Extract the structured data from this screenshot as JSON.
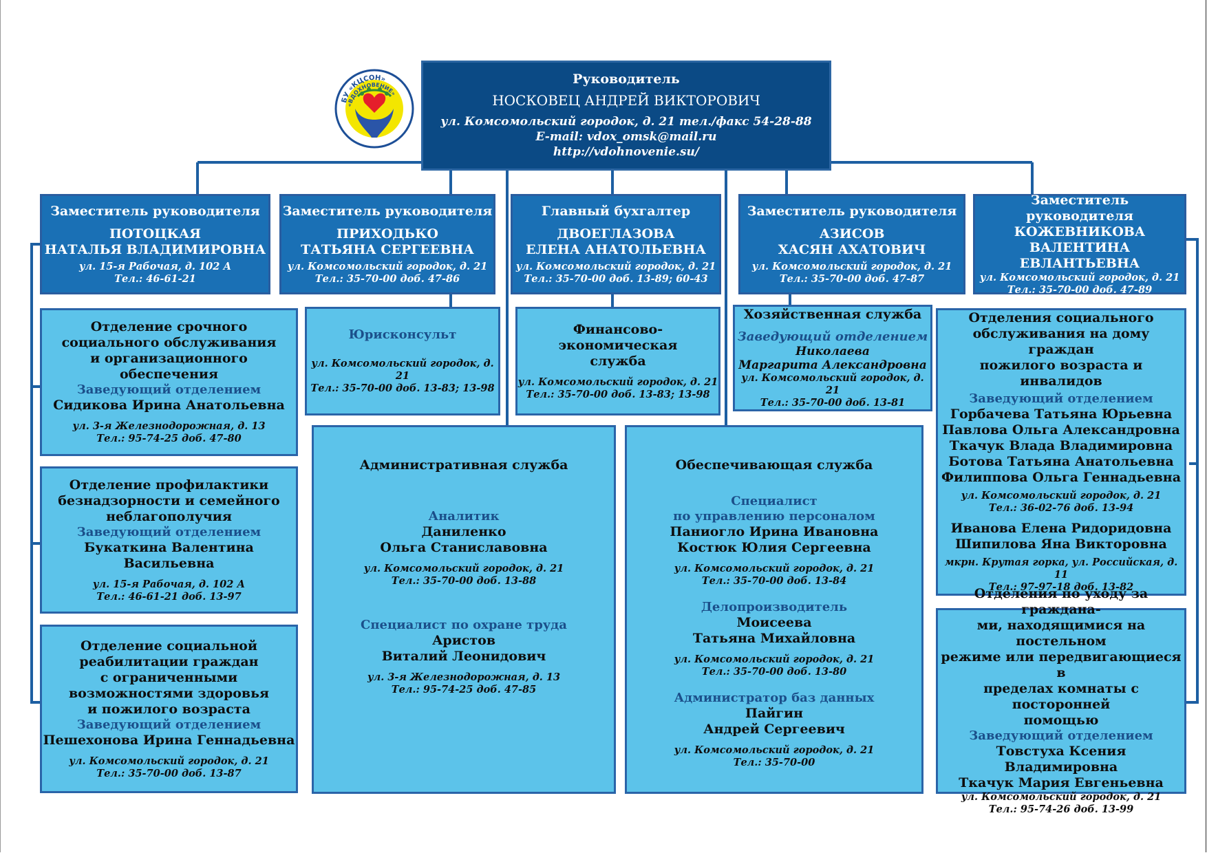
{
  "head": {
    "title": "Руководитель",
    "name": "НОСКОВЕЦ АНДРЕЙ ВИКТОРОВИЧ",
    "address": "ул. Комсомольский городок, д. 21 тел./факс 54-28-88",
    "email": "E-mail: vdox_omsk@mail.ru",
    "url": "http://vdohnovenie.su/"
  },
  "logo": {
    "top_text": "БУ «КЦСОН»",
    "bottom_text": "«ВДОХНОВЕНИЕ»"
  },
  "deputies": [
    {
      "title": "Заместитель руководителя",
      "name1": "ПОТОЦКАЯ",
      "name2": "НАТАЛЬЯ ВЛАДИМИРОВНА",
      "addr": "ул. 15-я Рабочая, д. 102 А",
      "tel": "Тел.: 46-61-21"
    },
    {
      "title": "Заместитель руководителя",
      "name1": "ПРИХОДЬКО",
      "name2": "ТАТЬЯНА СЕРГЕЕВНА",
      "addr": "ул. Комсомольский городок, д. 21",
      "tel": "Тел.: 35-70-00 доб. 47-86"
    },
    {
      "title": "Главный бухгалтер",
      "name1": "ДВОЕГЛАЗОВА",
      "name2": "ЕЛЕНА АНАТОЛЬЕВНА",
      "addr": "ул. Комсомольский городок, д. 21",
      "tel": "Тел.: 35-70-00 доб. 13-89; 60-43"
    },
    {
      "title": "Заместитель руководителя",
      "name1": "АЗИСОВ",
      "name2": "ХАСЯН АХАТОВИЧ",
      "addr": "ул. Комсомольский городок, д. 21",
      "tel": "Тел.: 35-70-00 доб. 47-87"
    },
    {
      "title": "Заместитель руководителя",
      "name1": "КОЖЕВНИКОВА",
      "name2": "ВАЛЕНТИНА ЕВЛАНТЬЕВНА",
      "addr": "ул. Комсомольский городок, д. 21",
      "tel": "Тел.: 35-70-00 доб. 47-89"
    }
  ],
  "left": [
    {
      "l1": "Отделение срочного",
      "l2": "социального обслуживания",
      "l3": "и организационного обеспечения",
      "head": "Заведующий отделением",
      "name": "Сидикова Ирина Анатольевна",
      "addr": "ул. 3-я Железнодорожная, д. 13",
      "tel": "Тел.: 95-74-25 доб. 47-80"
    },
    {
      "l1": "Отделение профилактики",
      "l2": "безнадзорности и семейного",
      "l3": "неблагополучия",
      "head": "Заведующий отделением",
      "name": "Букаткина Валентина Васильевна",
      "addr": "ул. 15-я Рабочая, д. 102 А",
      "tel": "Тел.: 46-61-21 доб. 13-97"
    },
    {
      "l1": "Отделение социальной",
      "l2": "реабилитации граждан",
      "l3": "с ограниченными",
      "l4": "возможностями здоровья",
      "l5": "и пожилого возраста",
      "head": "Заведующий отделением",
      "name": "Пешехонова Ирина Геннадьевна",
      "addr": "ул. Комсомольский городок, д. 21",
      "tel": "Тел.: 35-70-00 доб. 13-87"
    }
  ],
  "lawyer": {
    "title": "Юрисконсульт",
    "addr": "ул. Комсомольский городок, д. 21",
    "tel": "Тел.: 35-70-00 доб. 13-83; 13-98"
  },
  "finance": {
    "l1": "Финансово-экономическая",
    "l2": "служба",
    "addr": "ул. Комсомольский городок, д. 21",
    "tel": "Тел.: 35-70-00 доб. 13-83; 13-98"
  },
  "household": {
    "title": "Хозяйственная служба",
    "head": "Заведующий отделением",
    "n1": "Николаева",
    "n2": "Маргарита Александровна",
    "addr": "ул. Комсомольский городок, д. 21",
    "tel": "Тел.: 35-70-00 доб. 13-81"
  },
  "admin": {
    "title": "Административная служба",
    "p1": {
      "role": "Аналитик",
      "n1": "Даниленко",
      "n2": "Ольга Станиславовна",
      "addr": "ул. Комсомольский городок, д. 21",
      "tel": "Тел.: 35-70-00 доб. 13-88"
    },
    "p2": {
      "role": "Специалист по охране труда",
      "n1": "Аристов",
      "n2": "Виталий Леонидович",
      "addr": "ул. 3-я Железнодорожная, д. 13",
      "tel": "Тел.: 95-74-25 доб. 47-85"
    }
  },
  "support": {
    "title": "Обеспечивающая служба",
    "p1": {
      "r1": "Специалист",
      "r2": "по управлению персоналом",
      "n1": "Паниогло Ирина Ивановна",
      "n2": "Костюк Юлия Сергеевна",
      "addr": "ул. Комсомольский городок, д. 21",
      "tel": "Тел.: 35-70-00 доб. 13-84"
    },
    "p2": {
      "role": "Делопроизводитель",
      "n1": "Моисеева",
      "n2": "Татьяна Михайловна",
      "addr": "ул. Комсомольский городок, д. 21",
      "tel": "Тел.: 35-70-00 доб. 13-80"
    },
    "p3": {
      "role": "Администратор баз данных",
      "n1": "Пайгин",
      "n2": "Андрей Сергеевич",
      "addr": "ул. Комсомольский городок, д. 21",
      "tel": "Тел.: 35-70-00"
    }
  },
  "home_care": {
    "l1": "Отделения социального",
    "l2": "обслуживания на дому граждан",
    "l3": "пожилого возраста и инвалидов",
    "head": "Заведующий отделением",
    "names": [
      "Горбачева Татьяна Юрьевна",
      "Павлова Ольга Александровна",
      "Ткачук Влада Владимировна",
      "Ботова Татьяна Анатольевна",
      "Филиппова Ольга Геннадьевна"
    ],
    "addr": "ул. Комсомольский городок, д. 21",
    "tel": "Тел.: 36-02-76 доб. 13-94",
    "names2": [
      "Иванова Елена Ридоридовна",
      "Шипилова Яна Викторовна"
    ],
    "addr2": "мкрн. Крутая горка, ул. Российская, д. 11",
    "tel2": "Тел.: 97-97-18 доб. 13-82"
  },
  "bed_care": {
    "l1": "Отделения по уходу за граждана-",
    "l2": "ми, находящимися на постельном",
    "l3": "режиме или передвигающиеся в",
    "l4": "пределах комнаты с посторонней",
    "l5": "помощью",
    "head": "Заведующий отделением",
    "n1": "Товстуха Ксения Владимировна",
    "n2": "Ткачук Мария Евгеньевна",
    "addr": "ул. Комсомольский городок, д. 21",
    "tel": "Тел.: 95-74-26 доб. 13-99"
  }
}
